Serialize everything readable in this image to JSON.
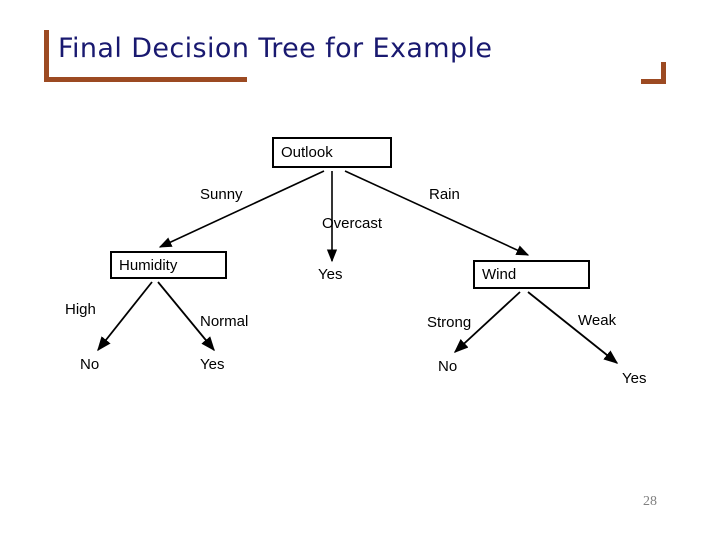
{
  "slide": {
    "title": "Final Decision Tree for Example",
    "page_number": "28",
    "title_color": "#191970",
    "accent_color": "#9C4A22",
    "line_color": "#000000",
    "background_color": "#FFFFFF"
  },
  "tree": {
    "root": {
      "label": "Outlook",
      "type": "decision-node"
    },
    "root_branches": [
      {
        "label": "Sunny"
      },
      {
        "label": "Overcast"
      },
      {
        "label": "Rain"
      }
    ],
    "level2": [
      {
        "label": "Humidity",
        "type": "decision-node"
      },
      {
        "label": "Yes",
        "type": "leaf"
      },
      {
        "label": "Wind",
        "type": "decision-node"
      }
    ],
    "humidity_branches": [
      {
        "label": "High"
      },
      {
        "label": "Normal"
      }
    ],
    "humidity_leaves": [
      {
        "label": "No"
      },
      {
        "label": "Yes"
      }
    ],
    "wind_branches": [
      {
        "label": "Strong"
      },
      {
        "label": "Weak"
      }
    ],
    "wind_leaves": [
      {
        "label": "No"
      },
      {
        "label": "Yes"
      }
    ]
  },
  "chart_data": {
    "type": "diagram",
    "title": "Final Decision Tree for Example",
    "nodes": [
      {
        "id": "outlook",
        "label": "Outlook",
        "kind": "decision",
        "boxed": true
      },
      {
        "id": "humidity",
        "label": "Humidity",
        "kind": "decision",
        "boxed": true
      },
      {
        "id": "overcast_yes",
        "label": "Yes",
        "kind": "leaf",
        "boxed": false
      },
      {
        "id": "wind",
        "label": "Wind",
        "kind": "decision",
        "boxed": true
      },
      {
        "id": "high_no",
        "label": "No",
        "kind": "leaf",
        "boxed": false
      },
      {
        "id": "normal_yes",
        "label": "Yes",
        "kind": "leaf",
        "boxed": false
      },
      {
        "id": "strong_no",
        "label": "No",
        "kind": "leaf",
        "boxed": false
      },
      {
        "id": "weak_yes",
        "label": "Yes",
        "kind": "leaf",
        "boxed": false
      }
    ],
    "edges": [
      {
        "from": "outlook",
        "to": "humidity",
        "label": "Sunny"
      },
      {
        "from": "outlook",
        "to": "overcast_yes",
        "label": "Overcast"
      },
      {
        "from": "outlook",
        "to": "wind",
        "label": "Rain"
      },
      {
        "from": "humidity",
        "to": "high_no",
        "label": "High"
      },
      {
        "from": "humidity",
        "to": "normal_yes",
        "label": "Normal"
      },
      {
        "from": "wind",
        "to": "strong_no",
        "label": "Strong"
      },
      {
        "from": "wind",
        "to": "weak_yes",
        "label": "Weak"
      }
    ]
  }
}
